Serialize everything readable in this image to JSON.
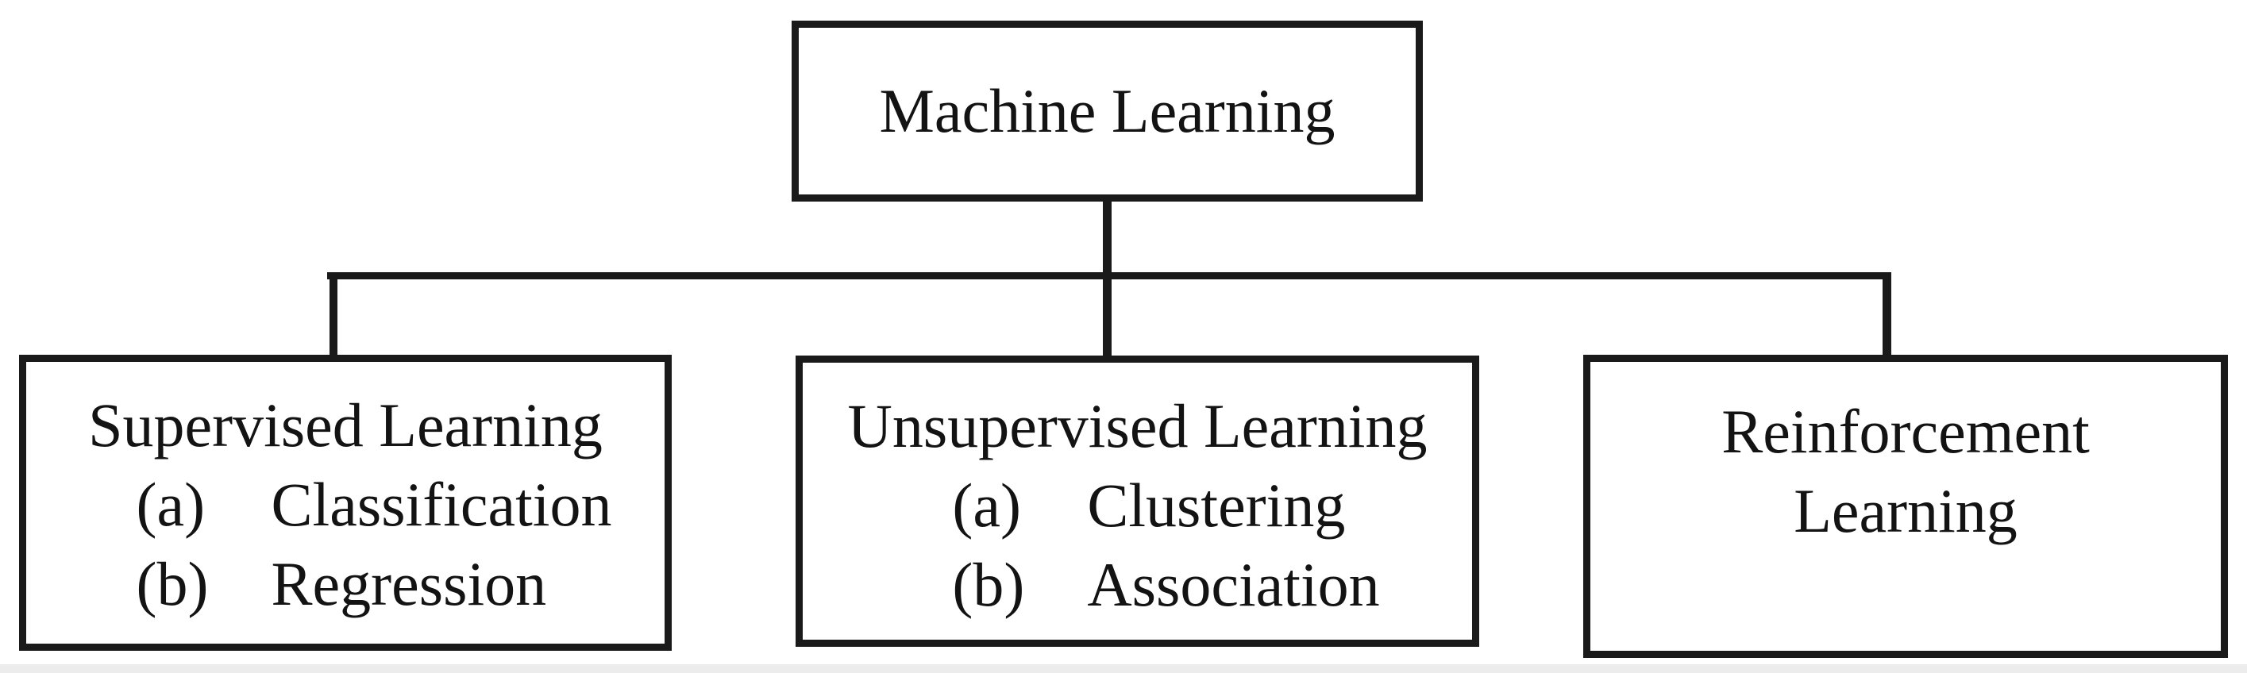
{
  "diagram": {
    "nodes": {
      "root": {
        "title": "Machine Learning"
      },
      "supervised": {
        "title": "Supervised Learning",
        "items": [
          {
            "marker": "(a)",
            "label": "Classification"
          },
          {
            "marker": "(b)",
            "label": "Regression"
          }
        ]
      },
      "unsupervised": {
        "title": "Unsupervised Learning",
        "items": [
          {
            "marker": "(a)",
            "label": "Clustering"
          },
          {
            "marker": "(b)",
            "label": "Association"
          }
        ]
      },
      "reinforcement": {
        "title": "Reinforcement Learning",
        "items": []
      }
    },
    "colors": {
      "line": "#1a1a1a",
      "text": "#131313",
      "background": "#ffffff",
      "footer_band": "#ececec"
    }
  }
}
